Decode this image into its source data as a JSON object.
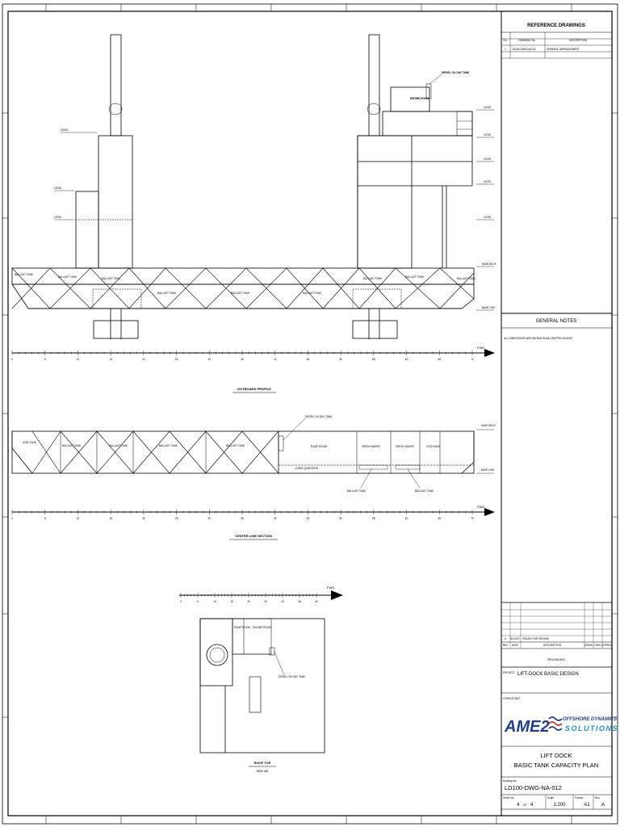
{
  "reference_drawings": {
    "title": "REFERENCE DRAWINGS",
    "col_no": "No.",
    "col_drawing": "DRAWING No.",
    "col_description": "DESCRIPTION",
    "row1_no": "1",
    "row1_drawing": "LD100-DWG-NA-011",
    "row1_description": "GENERAL ARRANGEMENT"
  },
  "general_notes": {
    "title": "GENERAL NOTES",
    "note1": "ALL DIMENSIONS ARE SHOWN IN MILLIMETRE UNLESS"
  },
  "revisions": {
    "title": "REVISIONS",
    "row_rev": "A",
    "row_date": "02/10/17",
    "row_description": "ISSUED FOR REVIEW",
    "hdr_rev": "REV",
    "hdr_date": "DATE",
    "hdr_description": "DESCRIPTION",
    "hdr_drwn": "DRWN",
    "hdr_chkd": "CHKD",
    "hdr_apprvd": "APPRVD"
  },
  "project": {
    "label": "PROJECT:",
    "name": "LIFT-DOCK BASIC DESIGN"
  },
  "consultant": {
    "label": "CONSULTANT:",
    "logo_left": "AME2",
    "logo_right_1": "OFFSHORE DYNAMICS",
    "logo_right_2": "SOLUTIONS"
  },
  "drawing_title": {
    "line1": "LIFT DOCK",
    "line2": "BASIC TANK CAPACITY PLAN"
  },
  "drawing_number": {
    "label": "Drawing No.",
    "value": "LD100-DWG-NA-012"
  },
  "sheet_info": {
    "sheet_label": "Sheet No.",
    "sheet": "4",
    "of": "OF",
    "total": "4",
    "scale_label": "Scale",
    "scale": "1:200",
    "format_label": "Format",
    "format": "A1",
    "rev_label": "Rev.",
    "rev": "A"
  },
  "views": {
    "outboard_profile": "OUTBOARD PROFILE",
    "center_line_section": "CENTER LINE SECTION",
    "roof_top": "ROOF TOP",
    "roof_top_sub": "28000 ABL",
    "fwd": "FWD"
  },
  "labels": {
    "tank": "BALLAST TANK",
    "tank2": "FRESH WATER",
    "tank3": "VOID TANK",
    "tank4": "DIESEL OIL DAY TANK",
    "level": "LEVEL",
    "deck": "MAIN DECK",
    "base": "BASE LINE",
    "room": "PUMP ROOM",
    "room2": "ENGINE ROOM",
    "room3": "LIVING QUARTERS"
  },
  "frame_scale": [
    "0",
    "5",
    "10",
    "15",
    "20",
    "25",
    "30",
    "35",
    "40",
    "45",
    "50",
    "55",
    "60",
    "65",
    "70"
  ],
  "roof_scale": [
    "0",
    "5",
    "10",
    "15",
    "20",
    "25",
    "30",
    "35",
    "40"
  ]
}
